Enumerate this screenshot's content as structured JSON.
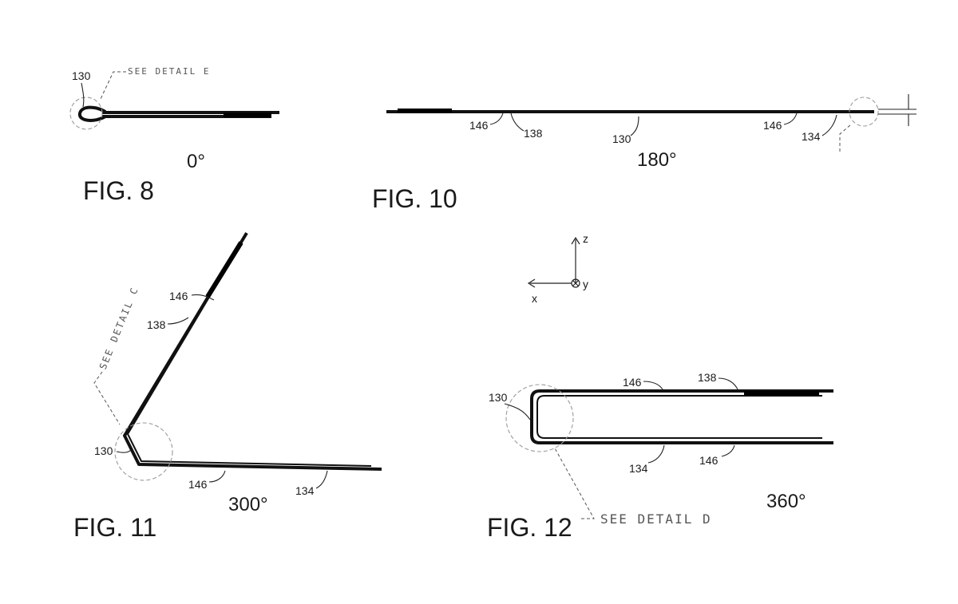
{
  "fig8": {
    "fig_label": "FIG. 8",
    "angle": "0°",
    "ref_130": "130",
    "detail_callout": "SEE DETAIL E"
  },
  "fig10": {
    "fig_label": "FIG. 10",
    "angle": "180°",
    "refs": [
      "146",
      "138",
      "130",
      "146",
      "134"
    ]
  },
  "fig11": {
    "fig_label": "FIG. 11",
    "angle": "300°",
    "ref_146_top": "146",
    "ref_138": "138",
    "ref_130": "130",
    "ref_146_bottom": "146",
    "ref_134": "134",
    "detail_callout": "SEE DETAIL C"
  },
  "axes": {
    "z": "z",
    "x": "x",
    "y": "y"
  },
  "fig12": {
    "fig_label": "FIG. 12",
    "angle": "360°",
    "ref_130": "130",
    "ref_146_top": "146",
    "ref_138": "138",
    "ref_134": "134",
    "ref_146_bottom": "146",
    "detail_callout": "SEE DETAIL D"
  }
}
